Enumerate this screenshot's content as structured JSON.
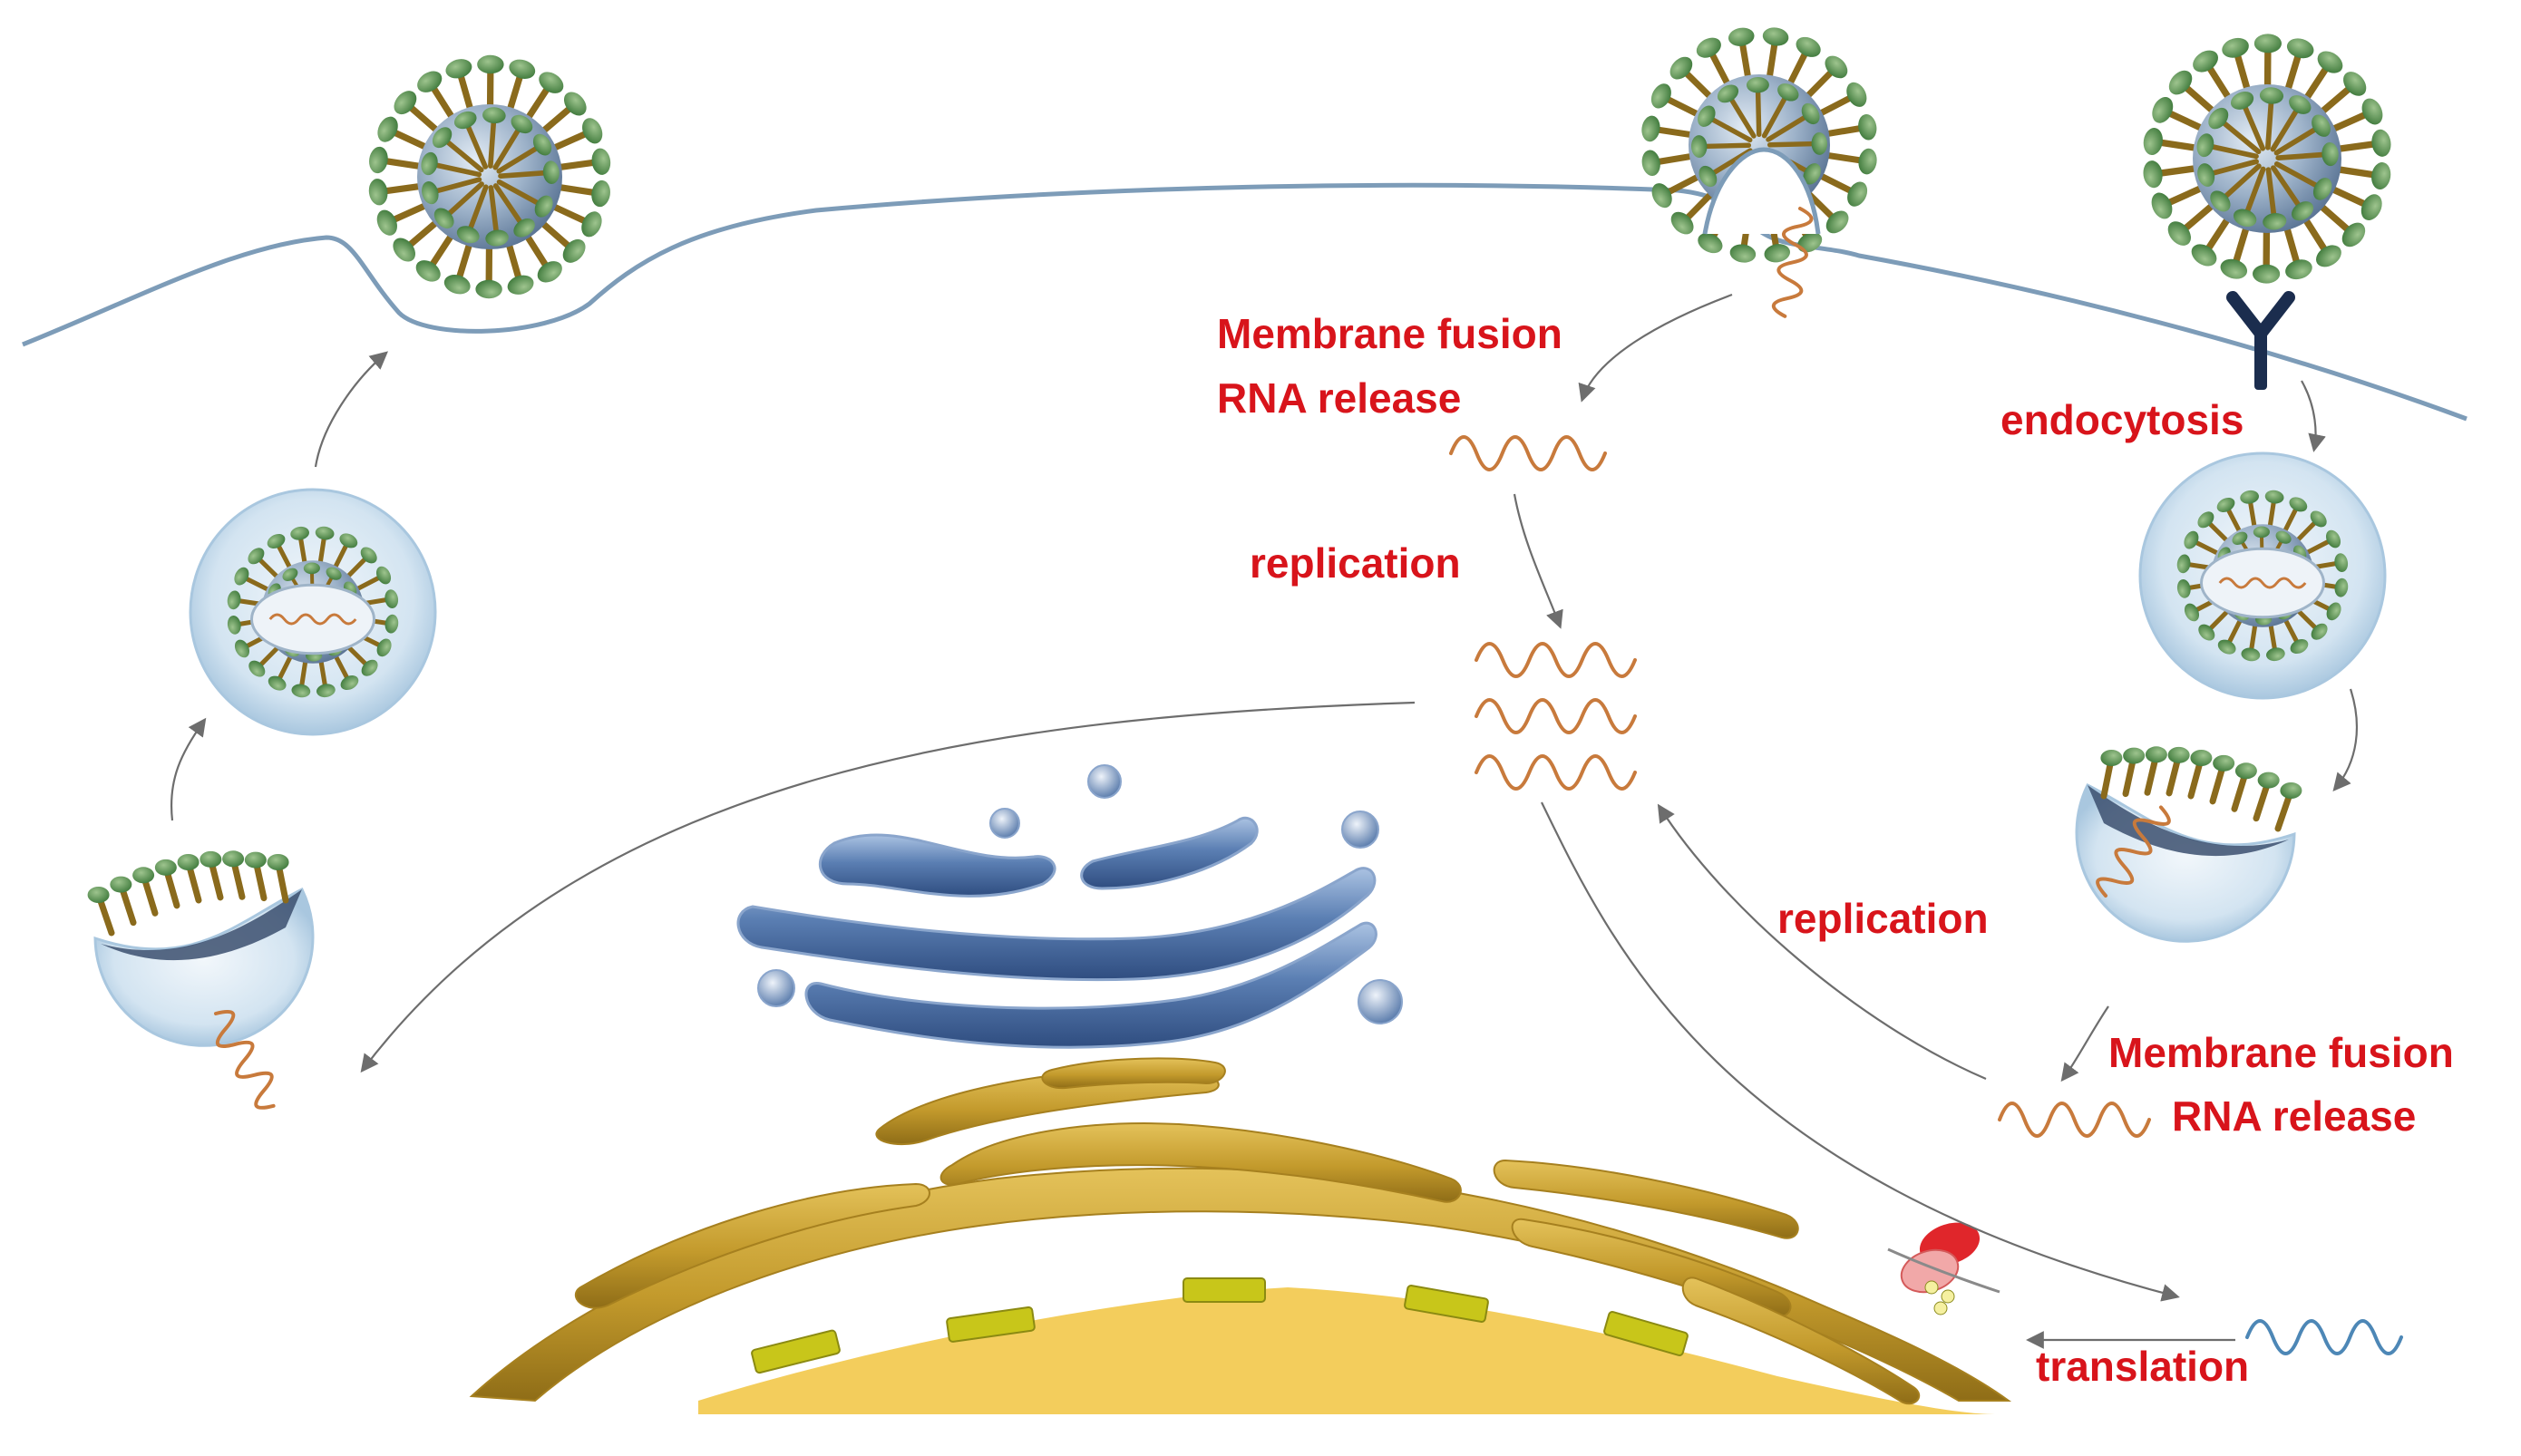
{
  "labels": {
    "membrane_fusion_top": "Membrane fusion",
    "rna_release_top": "RNA release",
    "endocytosis": "endocytosis",
    "replication_top": "replication",
    "replication_right": "replication",
    "membrane_fusion_bottom": "Membrane fusion",
    "rna_release_bottom": "RNA release",
    "translation": "translation"
  },
  "colors": {
    "label_red": "#d8141b",
    "membrane_line": "#7d9cb8",
    "virus_spike": "#8a6a1c",
    "virus_spike_tip": "#4f8a45",
    "virus_core": "#6f88a6",
    "vesicle_fill": "#cfe2f0",
    "rna_orange": "#c87a3c",
    "rna_blue": "#4d87b6",
    "receptor": "#1b2d4e",
    "golgi": "#5b7fb3",
    "er_gold": "#c8a034",
    "nucleus": "#f3cd5c",
    "pore": "#c8c61a",
    "ribosome": "#e0262b"
  }
}
